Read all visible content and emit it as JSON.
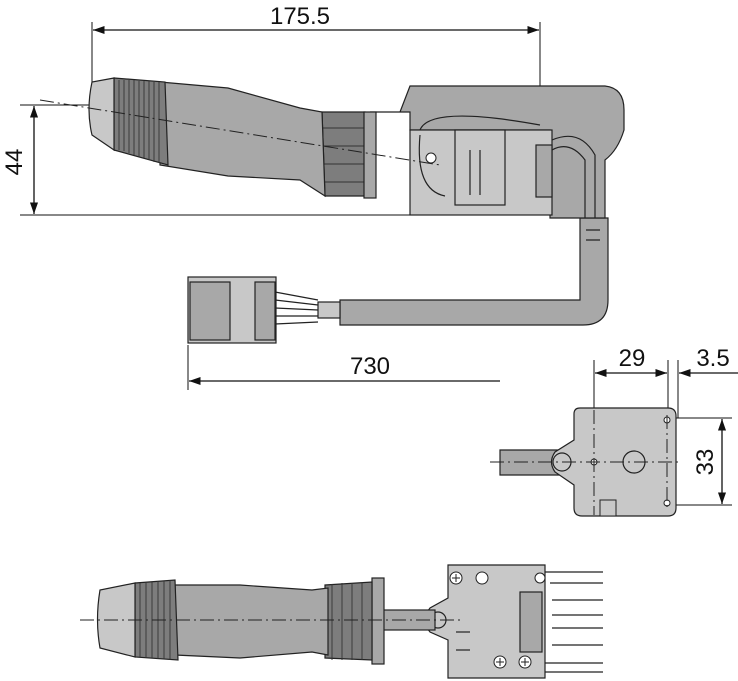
{
  "dimensions": {
    "overall_length": "175.5",
    "height": "44",
    "cable_length": "730",
    "mount_offset": "29",
    "mount_edge": "3.5",
    "mount_height": "33"
  }
}
